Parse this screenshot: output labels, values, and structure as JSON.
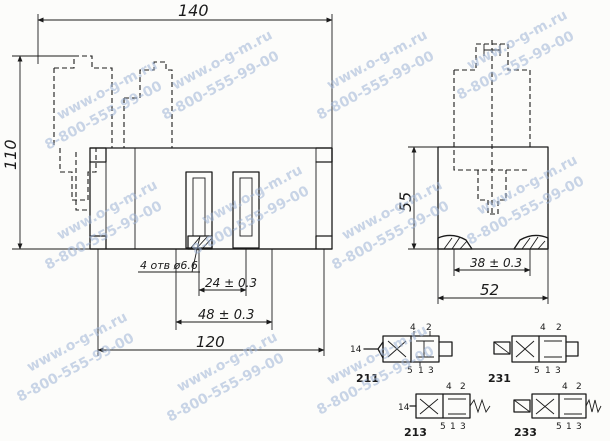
{
  "dimensions": {
    "overall_length": "140",
    "overall_height": "110",
    "mount_spacing": "120",
    "width": "52",
    "body_height": "55",
    "hole_spacing_side": "38 ± 0.3",
    "hole_spacing_1": "24 ± 0.3",
    "hole_spacing_2": "48 ± 0.3",
    "holes_note": "4 отв ø6.6"
  },
  "symbols": [
    {
      "code": "211",
      "port_left": "14",
      "ports_top": [
        "4",
        "2"
      ],
      "ports_bottom": [
        "5",
        "1",
        "3"
      ]
    },
    {
      "code": "231",
      "ports_top": [
        "4",
        "2"
      ],
      "ports_bottom": [
        "5",
        "1",
        "3"
      ]
    },
    {
      "code": "213",
      "port_left": "14",
      "ports_top": [
        "4",
        "2"
      ],
      "ports_bottom": [
        "5",
        "1",
        "3"
      ]
    },
    {
      "code": "233",
      "ports_top": [
        "4",
        "2"
      ],
      "ports_bottom": [
        "5",
        "1",
        "3"
      ]
    }
  ],
  "watermark": {
    "site": "www.o-g-m.ru",
    "phone": "8-800-555-99-00"
  },
  "colors": {
    "ink": "#1b1b1b",
    "watermark": "#9fb4d6"
  }
}
